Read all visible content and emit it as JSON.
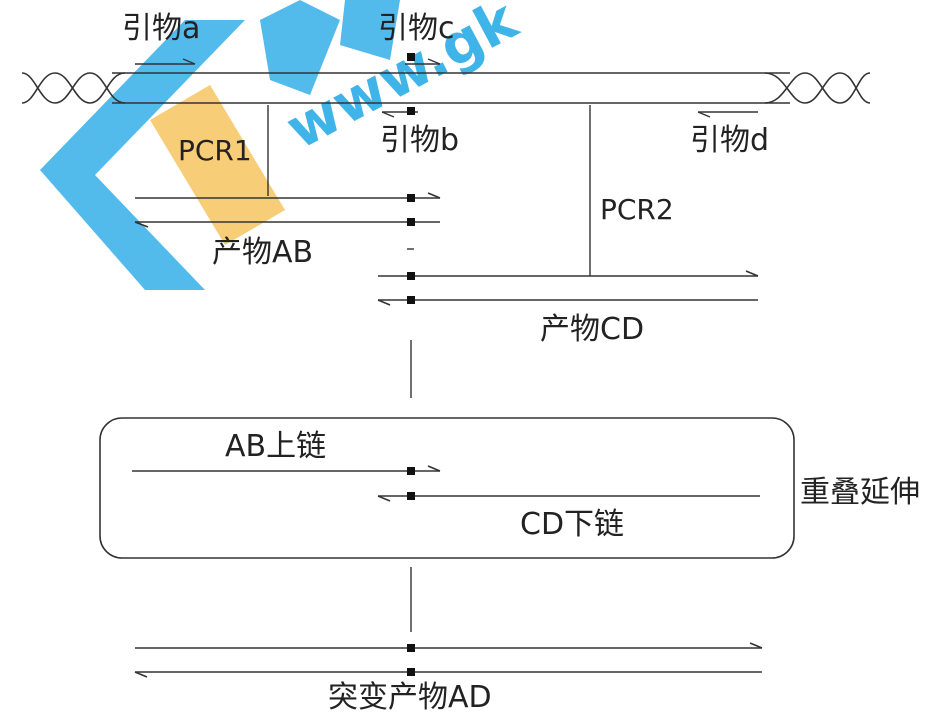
{
  "labels": {
    "primer_a": "引物a",
    "primer_c": "引物c",
    "primer_b": "引物b",
    "primer_d": "引物d",
    "pcr1": "PCR1",
    "pcr2": "PCR2",
    "product_ab": "产物AB",
    "product_cd": "产物CD",
    "ab_upper": "AB上链",
    "cd_lower": "CD下链",
    "overlap_extension": "重叠延伸",
    "mutant_product_ad": "突变产物AD"
  },
  "watermark": {
    "text": "www.gk",
    "color": "#1ea7e6",
    "accent_color": "#f5b942"
  }
}
